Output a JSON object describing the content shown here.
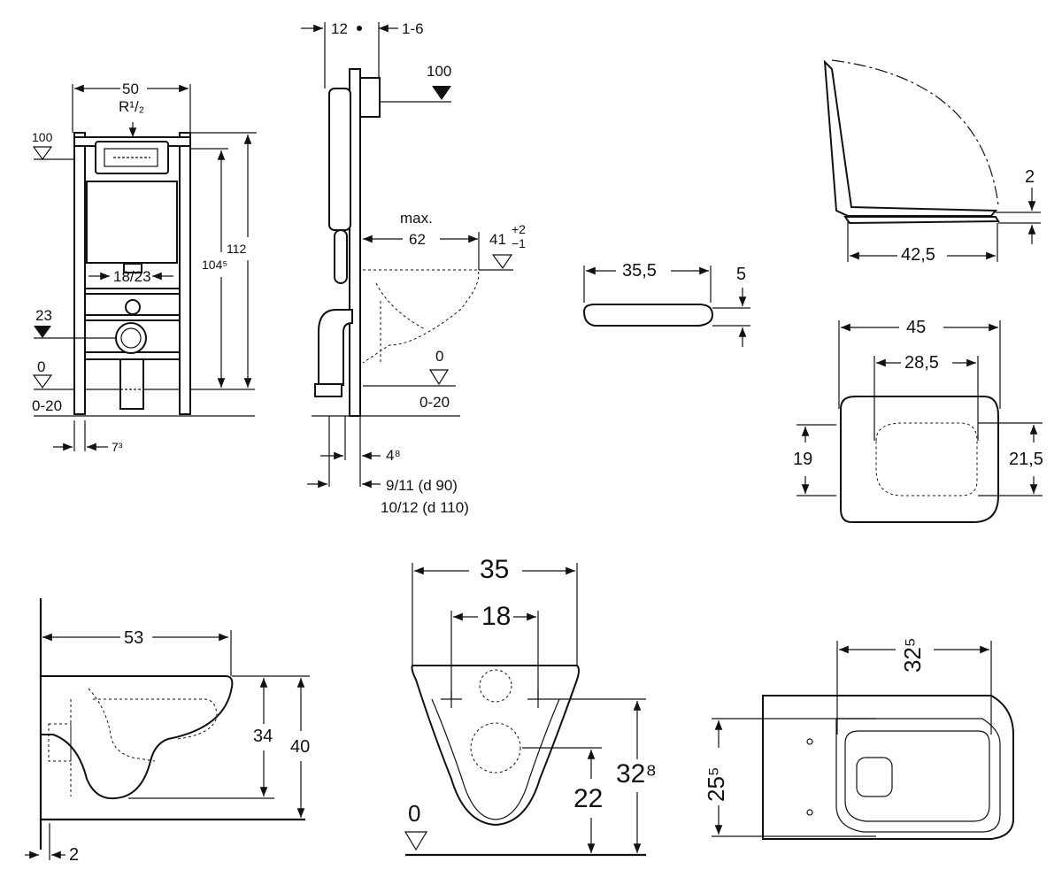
{
  "frame": {
    "width": "50",
    "thread": "R¹/₂",
    "top_level": "100",
    "height_total": "112",
    "height_inner": "104⁵",
    "connection_spacing": "18/23",
    "drain_level": "23",
    "floor_level": "0",
    "floor_adjust": "0-20",
    "foot_offset": "7³"
  },
  "side": {
    "depth_a": "12",
    "depth_b": "1-6",
    "level": "100",
    "max_label": "max.",
    "projection": "62",
    "seat_height": "41",
    "seat_tol_plus": "+2",
    "seat_tol_minus": "−1",
    "floor_level": "0",
    "floor_adjust": "0-20",
    "wall_offset": "4⁸",
    "pipe_a": "9/11 (d 90)",
    "pipe_b": "10/12 (d 110)"
  },
  "seat_side": {
    "length": "35,5",
    "thickness": "5"
  },
  "lid_side": {
    "gap": "2",
    "length": "42,5"
  },
  "seat_top": {
    "width": "45",
    "inner_width": "28,5",
    "left_depth": "19",
    "right_depth": "21,5"
  },
  "bowl_side": {
    "length": "53",
    "rim_height": "34",
    "total_height": "40",
    "wall_gap": "2"
  },
  "bowl_front": {
    "width": "35",
    "bolt_spacing": "18",
    "floor_level": "0",
    "drain_height": "22",
    "rim_height": "32⁸"
  },
  "bowl_top": {
    "width": "32⁵",
    "depth": "25⁵"
  }
}
